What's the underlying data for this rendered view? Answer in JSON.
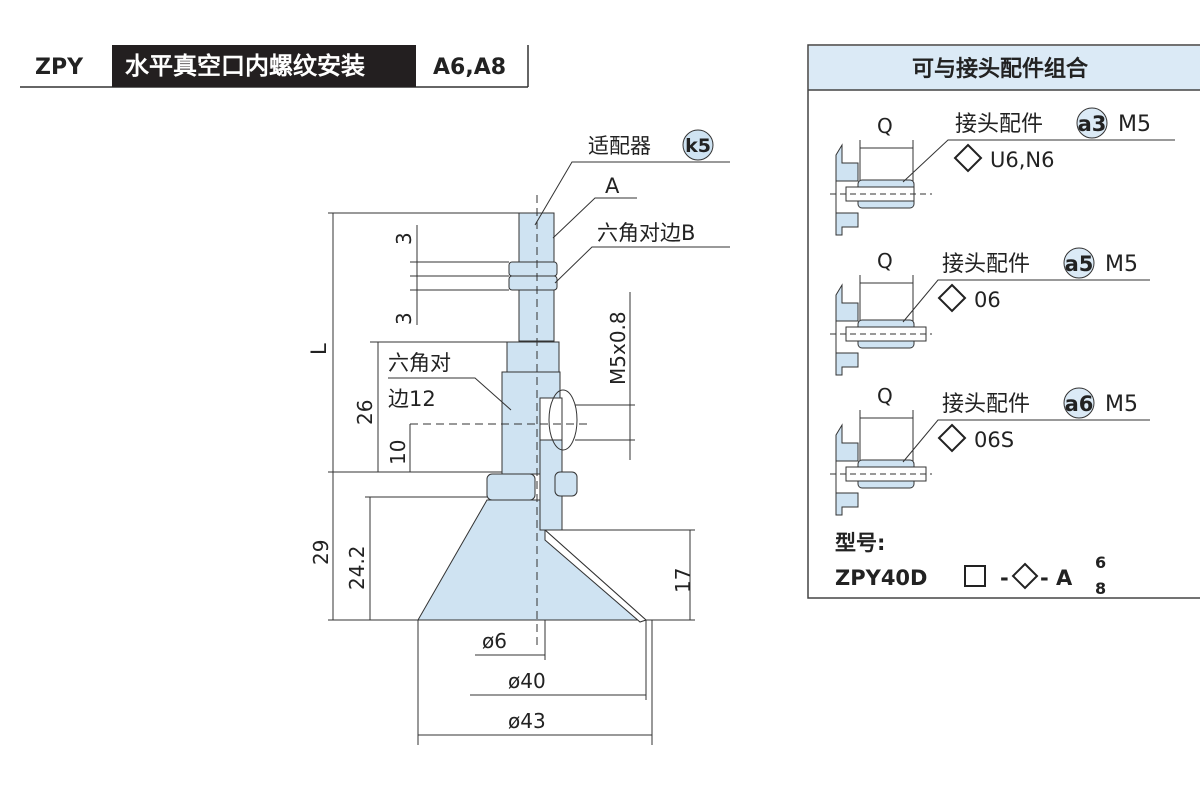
{
  "header": {
    "series": "ZPY",
    "title": "水平真空口内螺纹安装",
    "sizes": "A6,A8"
  },
  "drawing": {
    "adapter_label": "适配器",
    "adapter_code": "k5",
    "label_a": "A",
    "label_hex_b": "六角对边B",
    "hex12_line1": "六角对",
    "hex12_line2": "边12",
    "thread": "M5x0.8",
    "dims": {
      "L": "L",
      "d3a": "3",
      "d3b": "3",
      "d26": "26",
      "d10": "10",
      "d29": "29",
      "d24_2": "24.2",
      "d17": "17",
      "phi6": "ø6",
      "phi40": "ø40",
      "phi43": "ø43"
    }
  },
  "panel": {
    "title": "可与接头配件组合",
    "fittings": [
      {
        "q": "Q",
        "label": "接头配件",
        "code": "a3",
        "thread": "M5",
        "options": "U6,N6"
      },
      {
        "q": "Q",
        "label": "接头配件",
        "code": "a5",
        "thread": "M5",
        "options": "06"
      },
      {
        "q": "Q",
        "label": "接头配件",
        "code": "a6",
        "thread": "M5",
        "options": "06S"
      }
    ],
    "model_label": "型号:",
    "model_prefix": "ZPY40D",
    "model_sep1": "-",
    "model_sep2": "- A",
    "model_sup": "6",
    "model_sub": "8"
  },
  "colors": {
    "part_fill": "#cfe3f2",
    "header_bg": "#231f20",
    "panel_header": "#dbeaf6"
  }
}
